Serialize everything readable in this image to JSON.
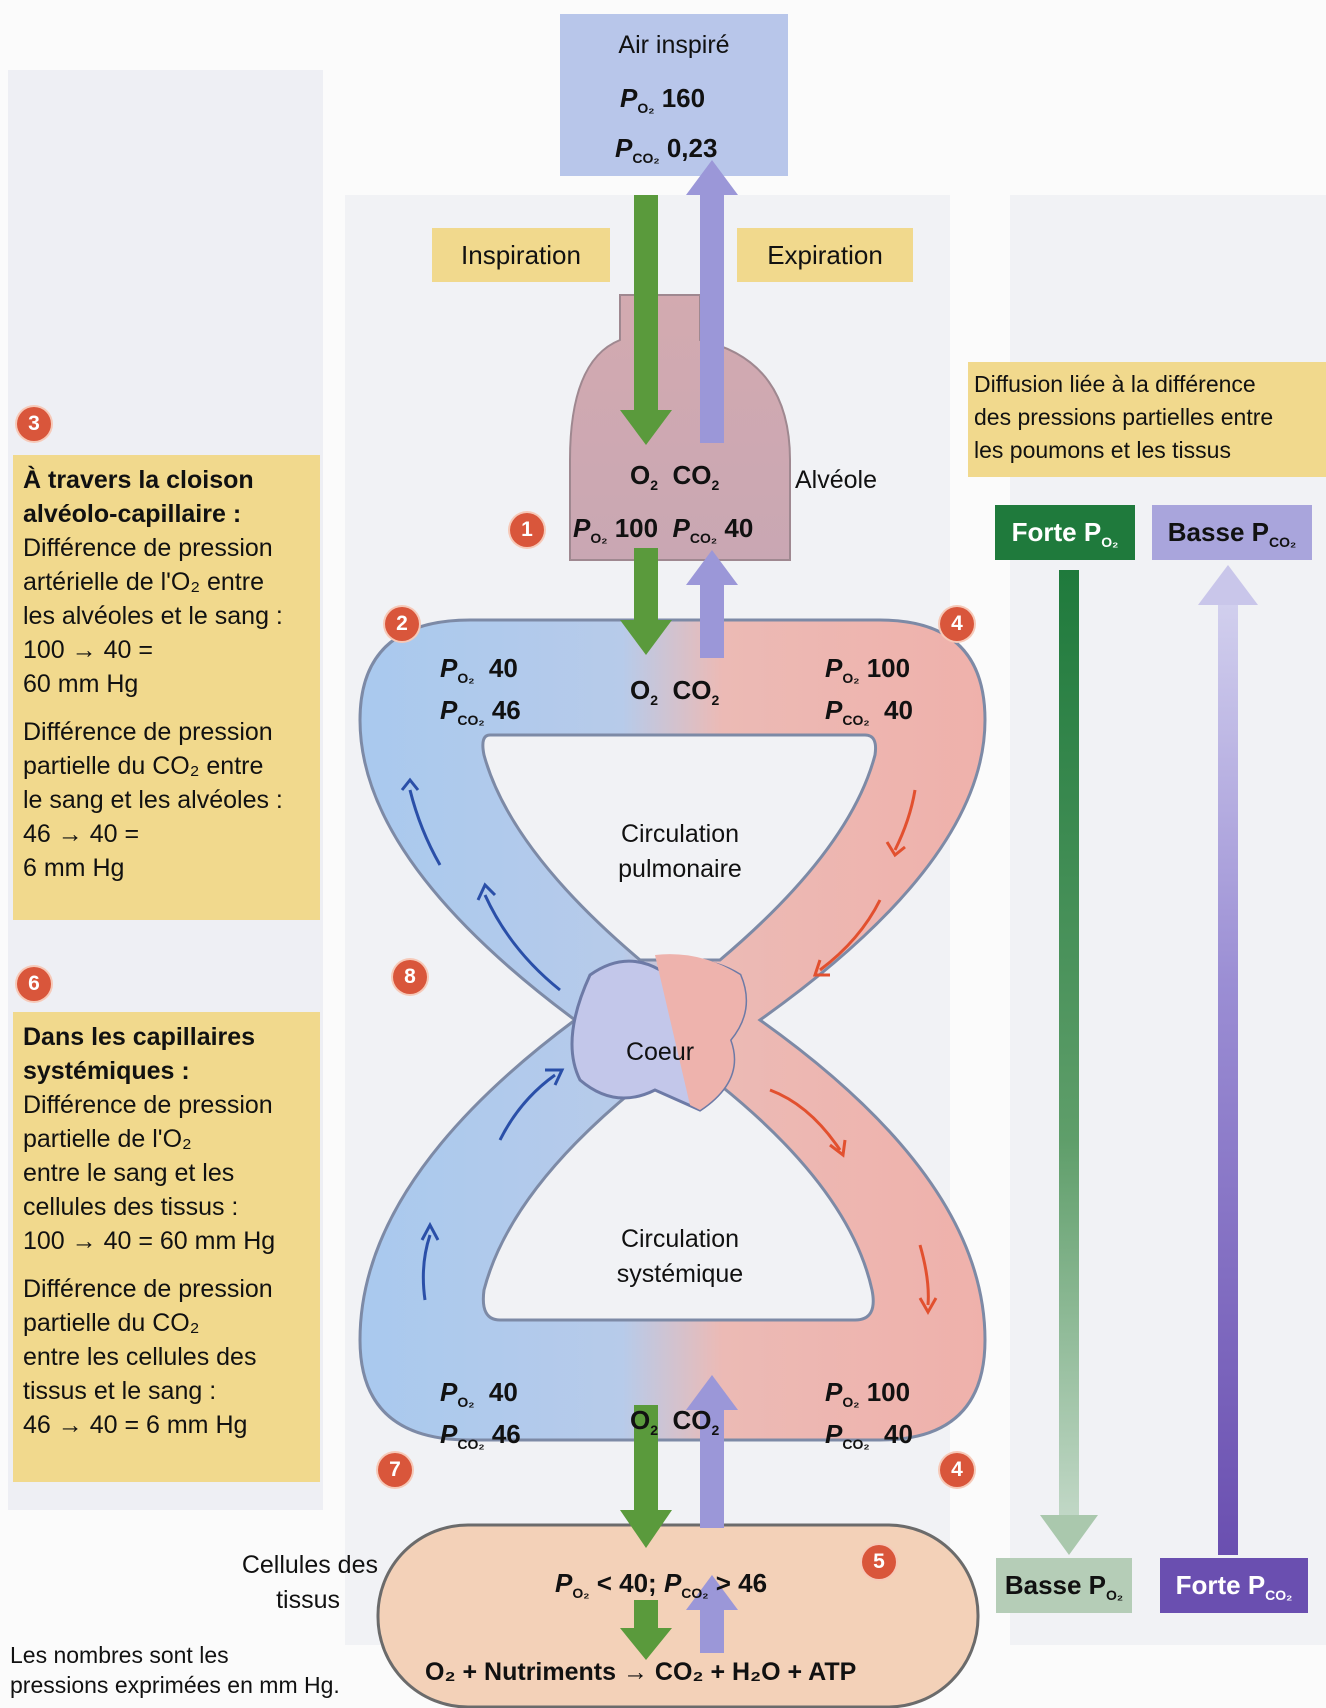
{
  "air": {
    "title": "Air inspiré",
    "po2": "160",
    "pco2": "0,23"
  },
  "tags": {
    "inspiration": "Inspiration",
    "expiration": "Expiration"
  },
  "alveole": {
    "label": "Alvéole",
    "gases": "CO",
    "po2": "100",
    "pco2": "40"
  },
  "pulmonary": {
    "left_po2": "40",
    "left_pco2": "46",
    "right_po2": "100",
    "right_pco2": "40",
    "label_line1": "Circulation",
    "label_line2": "pulmonaire"
  },
  "heart": {
    "label": "Coeur"
  },
  "systemic": {
    "left_po2": "40",
    "left_pco2": "46",
    "right_po2": "100",
    "right_pco2": "40",
    "label_line1": "Circulation",
    "label_line2": "systémique"
  },
  "tissues": {
    "label_line1": "Cellules des",
    "label_line2": "tissus",
    "partial": "< 40;",
    "partial_co2": "> 46",
    "reaction": "O₂ + Nutriments → CO₂ + H₂O + ATP"
  },
  "diffusion": {
    "line1": "Diffusion liée à la différence",
    "line2": "des pressions partielles entre",
    "line3": "les poumons et les tissus",
    "forte_po2": "Forte P",
    "basse_pco2": "Basse P",
    "basse_po2": "Basse P",
    "forte_pco2": "Forte P"
  },
  "notes": {
    "n3_title1": "À travers la cloison",
    "n3_title2": "alvéolo-capillaire :",
    "n3_a1": "Différence de pression",
    "n3_a2": "artérielle de l'O₂ entre",
    "n3_a3": "les alvéoles et le sang :",
    "n3_a4": "100 → 40 =",
    "n3_a5": "60 mm Hg",
    "n3_b1": "Différence de pression",
    "n3_b2": "partielle du CO₂ entre",
    "n3_b3": "le sang et les alvéoles :",
    "n3_b4": "46 → 40 =",
    "n3_b5": "6 mm Hg",
    "n6_title1": "Dans les capillaires",
    "n6_title2": "systémiques :",
    "n6_a1": "Différence de pression",
    "n6_a2": "partielle de l'O₂",
    "n6_a3": "entre le sang et les",
    "n6_a4": "cellules des tissus :",
    "n6_a5": "100 → 40 = 60 mm Hg",
    "n6_b1": "Différence de pression",
    "n6_b2": "partielle du CO₂",
    "n6_b3": "entre les cellules des",
    "n6_b4": "tissus et le sang :",
    "n6_b5": "46 → 40 = 6 mm Hg"
  },
  "footnote": {
    "line1": "Les nombres sont les",
    "line2": "pressions exprimées en mm Hg."
  },
  "badges": {
    "b1": "1",
    "b2": "2",
    "b3": "3",
    "b4a": "4",
    "b4b": "4",
    "b5": "5",
    "b6": "6",
    "b7": "7",
    "b8": "8"
  },
  "colors": {
    "oxygen": "#5a9a3c",
    "co2": "#9b97d8",
    "deoxy": "#a9c9ee",
    "oxy": "#efb1ab",
    "note": "#f1d98d",
    "badge": "#d9563b"
  }
}
